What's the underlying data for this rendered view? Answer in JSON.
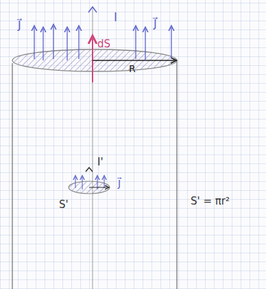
{
  "diagram": {
    "labels": [
      "J⃗",
      "I",
      "J⃗",
      "dS",
      "R",
      "I'",
      "J⃗",
      "S'",
      "S' = πr²"
    ]
  }
}
